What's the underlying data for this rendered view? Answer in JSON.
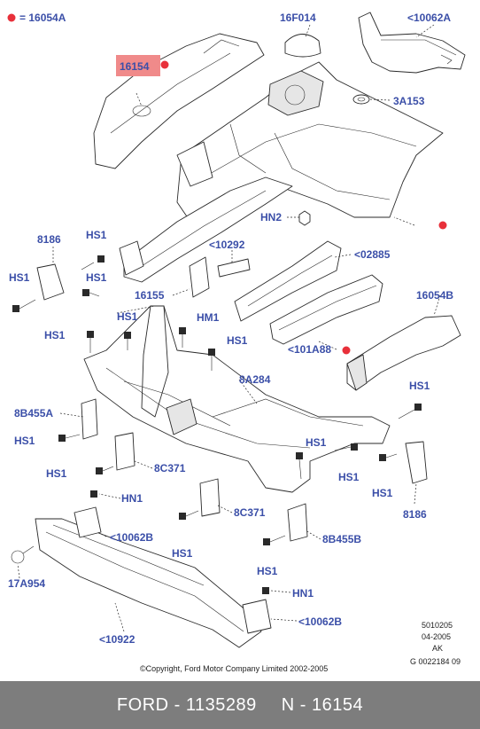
{
  "legend": {
    "symbol_label": "= 16054A",
    "marker_color": "#e8303a"
  },
  "callouts": {
    "p16154": "16154",
    "p16F014": "16F014",
    "p10062A": "<10062A",
    "p3A153": "3A153",
    "pHN2": "HN2",
    "p8186_left": "8186",
    "pHS1_a": "HS1",
    "pHS1_b": "HS1",
    "pHS1_c": "HS1",
    "p10292": "<10292",
    "p02885": "<02885",
    "p16155": "16155",
    "p16054B": "16054B",
    "pHS1_d": "HS1",
    "pHS1_e": "HS1",
    "pHM1": "HM1",
    "pHS1_f": "HS1",
    "p101A88": "<101A88",
    "p8A284": "8A284",
    "p8B455A": "8B455A",
    "pHS1_g": "HS1",
    "pHS1_h": "HS1",
    "pHS1_i": "HS1",
    "p8C371_a": "8C371",
    "pHS1_j": "HS1",
    "pHS1_k": "HS1",
    "p8186_right": "8186",
    "pHN1_a": "HN1",
    "p10062B_a": "<10062B",
    "p8C371_b": "8C371",
    "pHS1_l": "HS1",
    "p8B455B": "8B455B",
    "p17A954": "17A954",
    "pHS1_m": "HS1",
    "pHN1_b": "HN1",
    "p10062B_b": "<10062B",
    "p10922": "<10922"
  },
  "meta_block": {
    "line1": "5010205",
    "line2": "04-2005",
    "line3": "AK",
    "line4": "G 0022184 09"
  },
  "copyright": "©Copyright, Ford Motor Company Limited 2002-2005",
  "footer": {
    "brand_part": "FORD - 1135289",
    "ref": "N - 16154"
  },
  "colors": {
    "label_blue": "#3b4fa8",
    "highlight_bg": "#f08a8a",
    "footer_bg": "#7d7d7d"
  }
}
